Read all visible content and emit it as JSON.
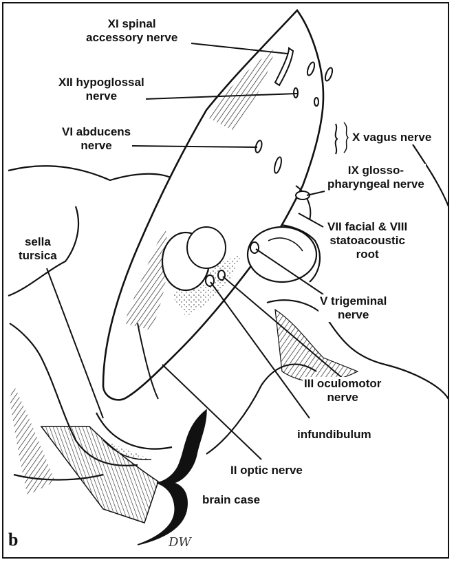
{
  "panel_letter": "b",
  "signature": "DW",
  "labels": {
    "xi": "XI spinal\naccessory nerve",
    "xii": "XII hypoglossal\nnerve",
    "vi": "VI abducens\nnerve",
    "x": "X vagus nerve",
    "ix": "IX glosso-\npharyngeal nerve",
    "vii": "VII facial & VIII\nstatoacoustic\nroot",
    "sella": "sella\ntursica",
    "v": "V trigeminal\nnerve",
    "iii": "III oculomotor\nnerve",
    "infundibulum": "infundibulum",
    "ii": "II optic nerve",
    "braincase": "brain case"
  }
}
